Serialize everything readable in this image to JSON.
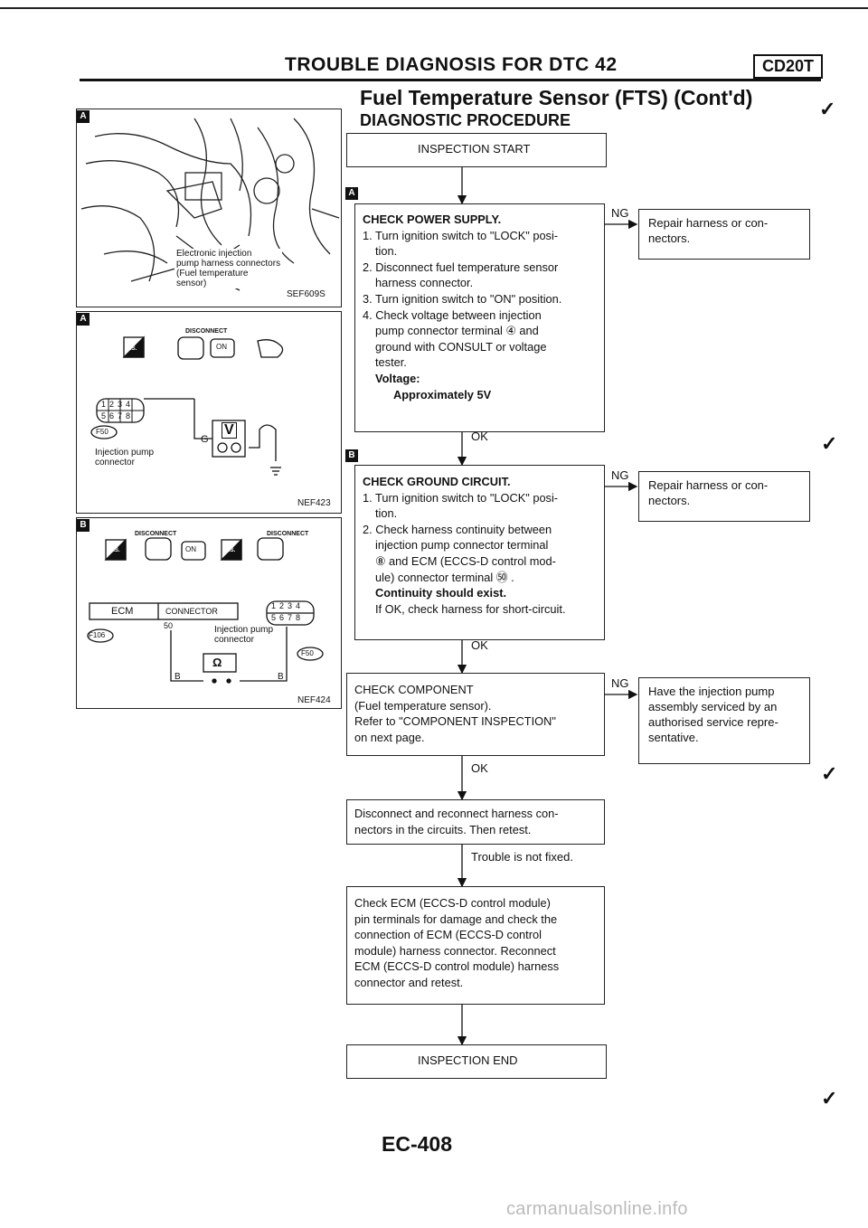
{
  "header": {
    "title": "TROUBLE DIAGNOSIS FOR DTC 42",
    "engine_code": "CD20T",
    "subtitle": "Fuel Temperature Sensor (FTS) (Cont'd)",
    "section": "DIAGNOSTIC PROCEDURE"
  },
  "figures": {
    "fig1": {
      "step": "A",
      "caption_lines": [
        "Electronic injection",
        "pump harness connectors",
        "(Fuel temperature",
        "sensor)"
      ],
      "code": "SEF609S"
    },
    "fig2": {
      "step": "A",
      "disconnect": "DISCONNECT",
      "ts": "T.S.",
      "on": "ON",
      "pins_top": [
        "1",
        "2",
        "3",
        "4"
      ],
      "pins_bottom": [
        "5",
        "6",
        "7",
        "8"
      ],
      "connector_id": "F50",
      "connector_label_1": "Injection pump",
      "connector_label_2": "connector",
      "meter": "V",
      "meter_terminal": "G",
      "code": "NEF423"
    },
    "fig3": {
      "step": "B",
      "disconnect_1": "DISCONNECT",
      "disconnect_2": "DISCONNECT",
      "hs_1": "H.S.",
      "ts_2": "T.S.",
      "on": "ON",
      "ecm_label": "ECM",
      "ecm_connector": "CONNECTOR",
      "ecm_id": "F106",
      "ecm_pin": "50",
      "pins_top": [
        "1",
        "2",
        "3",
        "4"
      ],
      "pins_bottom": [
        "5",
        "6",
        "7",
        "8"
      ],
      "pump_label_1": "Injection pump",
      "pump_label_2": "connector",
      "pump_id": "F50",
      "meter": "Ω",
      "lead_left": "B",
      "lead_right": "B",
      "code": "NEF424"
    }
  },
  "flow": {
    "start": "INSPECTION START",
    "step1": {
      "marker": "A",
      "title": "CHECK POWER SUPPLY.",
      "lines": [
        "1. Turn ignition switch to \"LOCK\" posi-",
        "tion.",
        "2. Disconnect fuel temperature sensor",
        "harness connector.",
        "3. Turn ignition switch to \"ON\" position.",
        "4. Check voltage between injection",
        "pump connector terminal ④ and",
        "ground with CONSULT or voltage",
        "tester."
      ],
      "spec_label": "Voltage:",
      "spec_value": "Approximately 5V",
      "ng": "NG",
      "ng_action": [
        "Repair harness or con-",
        "nectors."
      ],
      "ok": "OK"
    },
    "step2": {
      "marker": "B",
      "title": "CHECK GROUND CIRCUIT.",
      "lines": [
        "1. Turn ignition switch to \"LOCK\" posi-",
        "tion.",
        "2. Check harness continuity between",
        "injection pump connector terminal",
        "⑧ and ECM (ECCS-D control mod-",
        "ule) connector terminal ㊿ ."
      ],
      "spec": "Continuity should exist.",
      "note": "If OK, check harness for short-circuit.",
      "ng": "NG",
      "ng_action": [
        "Repair harness or con-",
        "nectors."
      ],
      "ok": "OK"
    },
    "step3": {
      "lines": [
        "CHECK COMPONENT",
        "(Fuel temperature sensor).",
        "Refer to \"COMPONENT INSPECTION\"",
        "on next page."
      ],
      "ng": "NG",
      "ng_action": [
        "Have the injection pump",
        "assembly serviced by an",
        "authorised service repre-",
        "sentative."
      ],
      "ok": "OK"
    },
    "step4": {
      "lines": [
        "Disconnect and reconnect harness con-",
        "nectors in the circuits. Then retest."
      ],
      "result": "Trouble is not fixed."
    },
    "step5": {
      "lines": [
        "Check ECM (ECCS-D control module)",
        "pin terminals for damage and check the",
        "connection of ECM (ECCS-D control",
        "module) harness connector. Reconnect",
        "ECM (ECCS-D control module) harness",
        "connector and retest."
      ]
    },
    "end": "INSPECTION END"
  },
  "footer": {
    "page": "EC-408",
    "watermark": "carmanualsonline.info"
  }
}
